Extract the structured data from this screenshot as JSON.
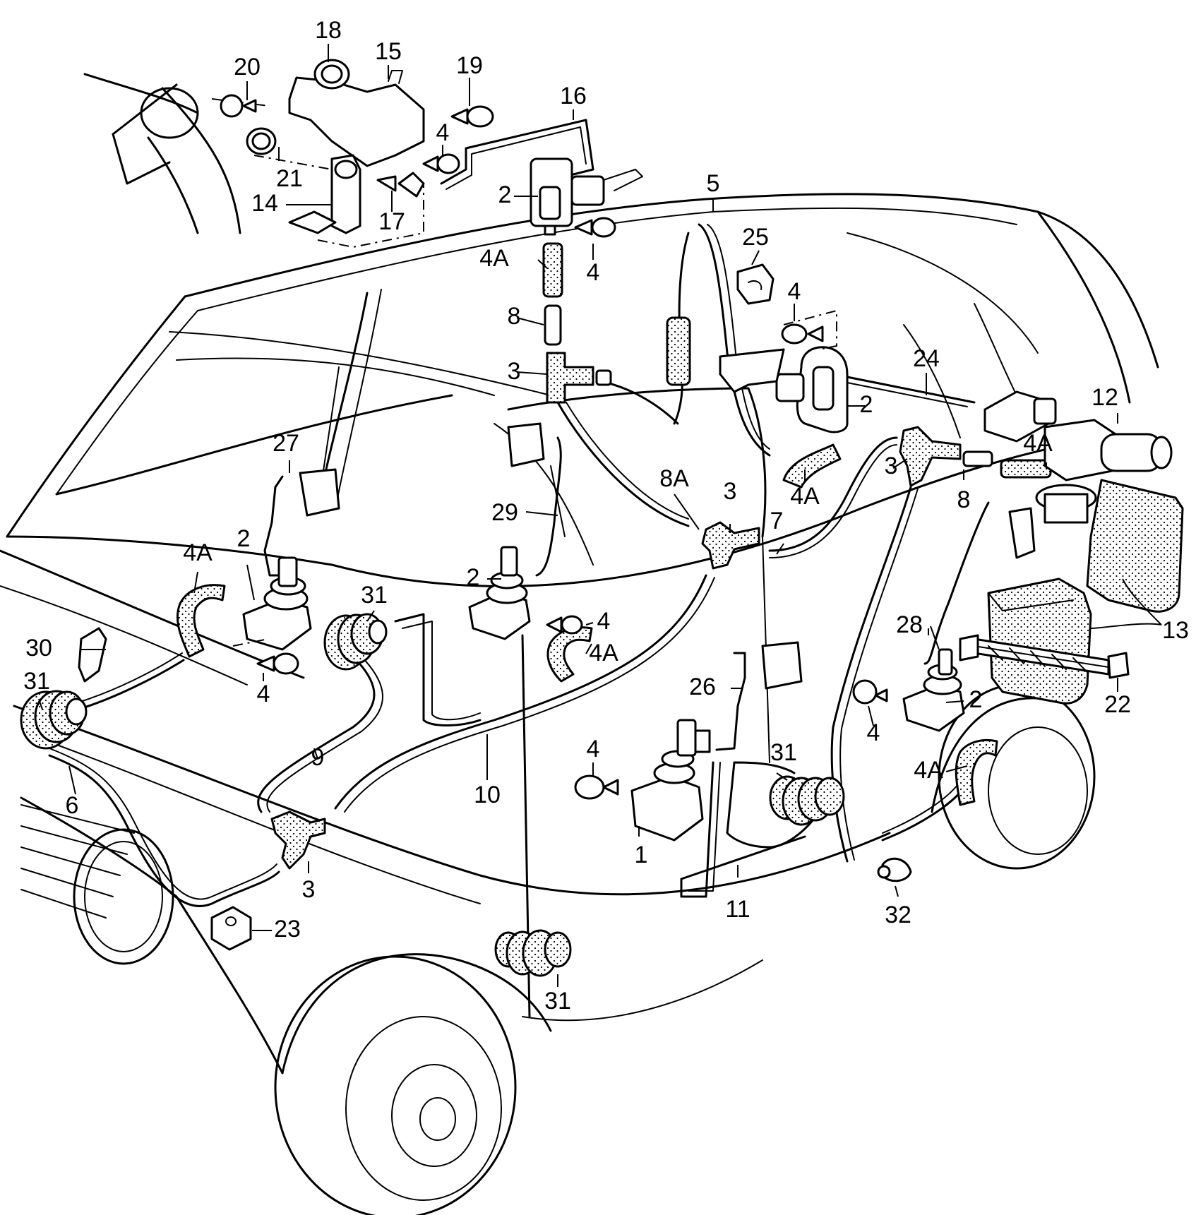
{
  "callouts": [
    {
      "id": "c18",
      "text": "18"
    },
    {
      "id": "c15",
      "text": "15"
    },
    {
      "id": "c20",
      "text": "20"
    },
    {
      "id": "c19",
      "text": "19"
    },
    {
      "id": "c16",
      "text": "16"
    },
    {
      "id": "c4a",
      "text": "4"
    },
    {
      "id": "c21",
      "text": "21"
    },
    {
      "id": "c14",
      "text": "14"
    },
    {
      "id": "c17",
      "text": "17"
    },
    {
      "id": "c2a",
      "text": "2"
    },
    {
      "id": "c5",
      "text": "5"
    },
    {
      "id": "c25",
      "text": "25"
    },
    {
      "id": "c4Aa",
      "text": "4A"
    },
    {
      "id": "c4b",
      "text": "4"
    },
    {
      "id": "c8a",
      "text": "8"
    },
    {
      "id": "c4c",
      "text": "4"
    },
    {
      "id": "c3a",
      "text": "3"
    },
    {
      "id": "c24",
      "text": "24"
    },
    {
      "id": "c2b",
      "text": "2"
    },
    {
      "id": "c12",
      "text": "12"
    },
    {
      "id": "c27",
      "text": "27"
    },
    {
      "id": "c3b",
      "text": "3"
    },
    {
      "id": "c4Ab",
      "text": "4A"
    },
    {
      "id": "c8A",
      "text": "8A"
    },
    {
      "id": "c3c",
      "text": "3"
    },
    {
      "id": "c4Ac",
      "text": "4A"
    },
    {
      "id": "c29",
      "text": "29"
    },
    {
      "id": "c8b",
      "text": "8"
    },
    {
      "id": "c7",
      "text": "7"
    },
    {
      "id": "c2c",
      "text": "2"
    },
    {
      "id": "c4Ad",
      "text": "4A"
    },
    {
      "id": "c31a",
      "text": "31"
    },
    {
      "id": "c2d",
      "text": "2"
    },
    {
      "id": "c4d",
      "text": "4"
    },
    {
      "id": "c4Ae",
      "text": "4A"
    },
    {
      "id": "c13",
      "text": "13"
    },
    {
      "id": "c28",
      "text": "28"
    },
    {
      "id": "c30",
      "text": "30"
    },
    {
      "id": "c4e",
      "text": "4"
    },
    {
      "id": "c31b",
      "text": "31"
    },
    {
      "id": "c26",
      "text": "26"
    },
    {
      "id": "c2e",
      "text": "2"
    },
    {
      "id": "c22",
      "text": "22"
    },
    {
      "id": "c4f",
      "text": "4"
    },
    {
      "id": "c6",
      "text": "6"
    },
    {
      "id": "c9",
      "text": "9"
    },
    {
      "id": "c10",
      "text": "10"
    },
    {
      "id": "c4g",
      "text": "4"
    },
    {
      "id": "c31c",
      "text": "31"
    },
    {
      "id": "c4Af",
      "text": "4A"
    },
    {
      "id": "c1",
      "text": "1"
    },
    {
      "id": "c3d",
      "text": "3"
    },
    {
      "id": "c11",
      "text": "11"
    },
    {
      "id": "c32",
      "text": "32"
    },
    {
      "id": "c23",
      "text": "23"
    },
    {
      "id": "c31d",
      "text": "31"
    }
  ]
}
